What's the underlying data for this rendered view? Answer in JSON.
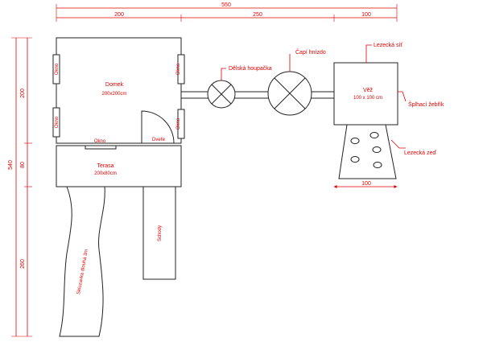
{
  "dimensions": {
    "total_width": "550",
    "house_width": "200",
    "bridge_width": "250",
    "tower_width": "100",
    "total_height": "540",
    "house_height": "200",
    "terrace_height": "80",
    "slide_height": "260",
    "wall_width": "100"
  },
  "rooms": {
    "house_name": "Domek",
    "house_size": "200x200cm",
    "terrace_name": "Terasa",
    "terrace_size": "200x80cm",
    "tower_name": "Věž",
    "tower_size": "100 x 100 cm"
  },
  "features": {
    "window": "Okno",
    "door": "Dveře",
    "long_swing": "Dělská houpačka",
    "stork_nest": "Čapí hnízdo",
    "climbing_net": "Lezecká síť",
    "climbing_ladder": "Šplhací žebřík",
    "climbing_wall": "Lezecká zeď",
    "stairs": "Schody",
    "slide": "Skluzavka dlouhá 3m"
  }
}
